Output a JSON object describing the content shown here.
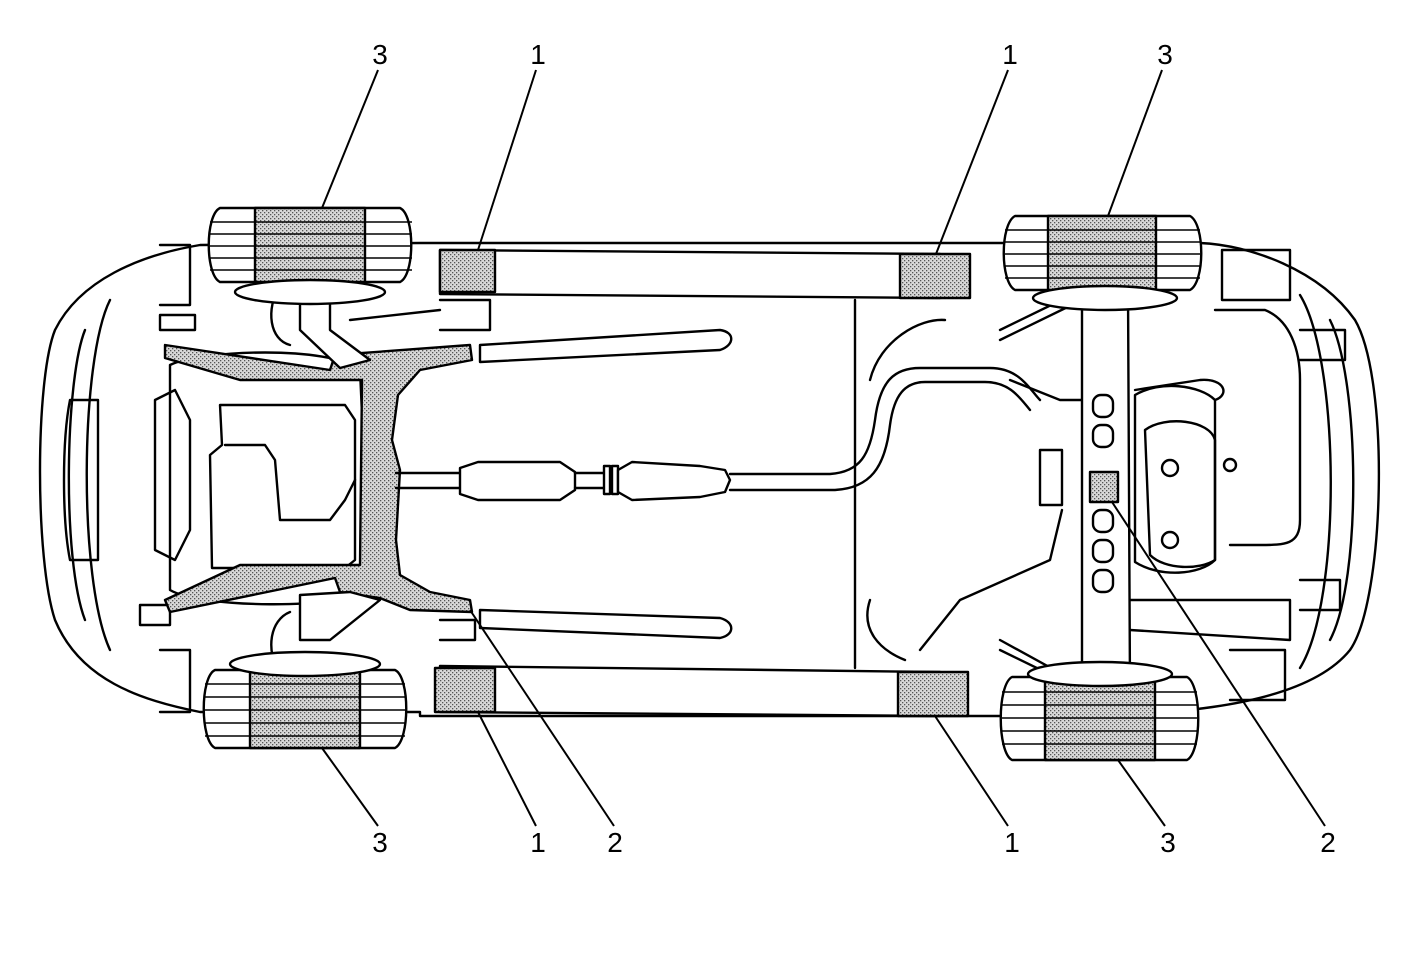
{
  "callouts": {
    "top_left_wheel": "3",
    "top_left_jack": "1",
    "top_right_jack": "1",
    "top_right_wheel": "3",
    "bottom_left_wheel": "3",
    "bottom_left_jack": "1",
    "bottom_front_crossmember": "2",
    "bottom_right_jack": "1",
    "bottom_right_wheel": "3",
    "bottom_rear_axle": "2"
  },
  "colors": {
    "line": "#000000",
    "background": "#ffffff",
    "highlight_fill": "stipple-gray"
  }
}
